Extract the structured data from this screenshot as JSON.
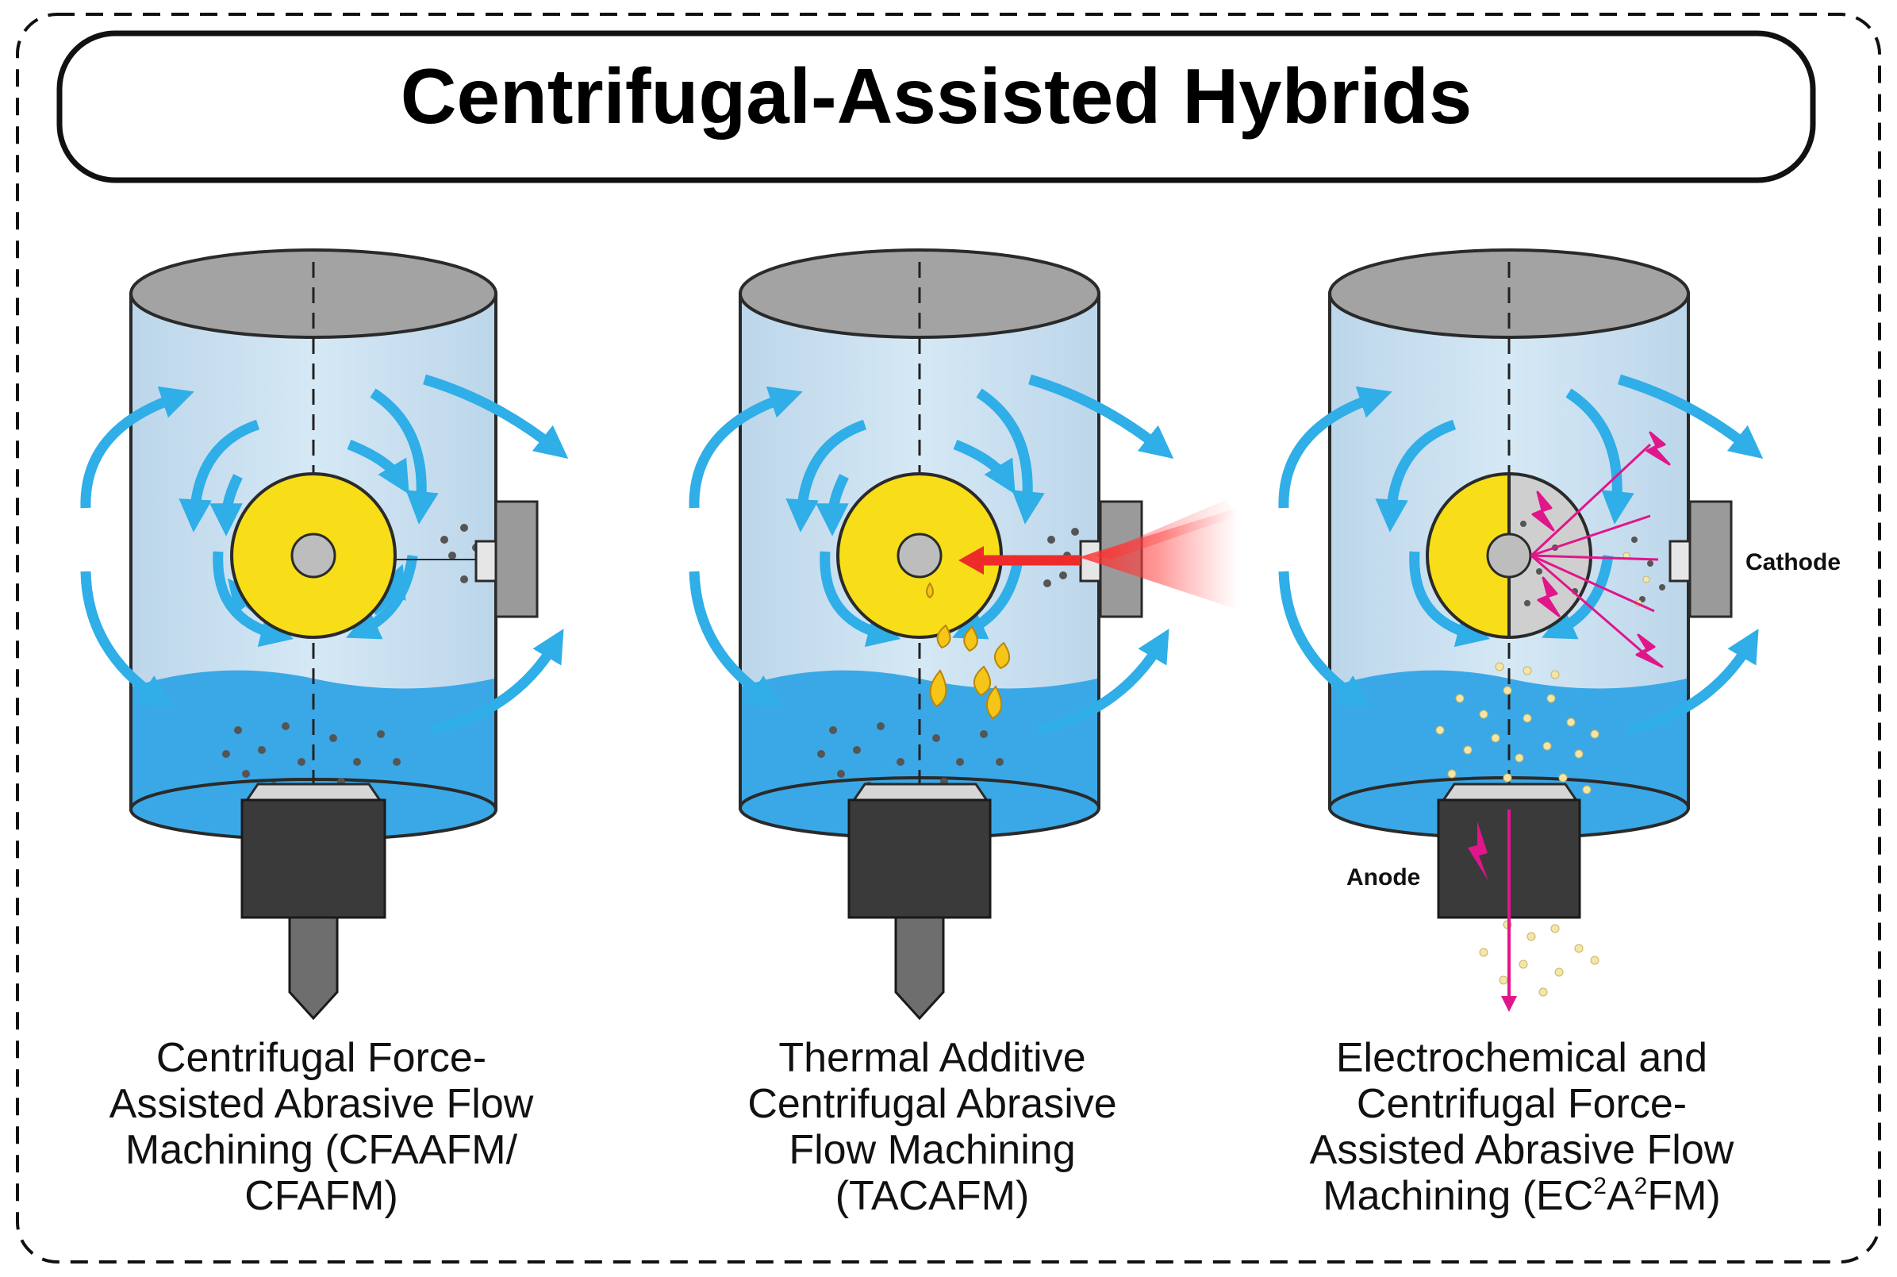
{
  "title": "Centrifugal-Assisted Hybrids",
  "panels": [
    {
      "caption": {
        "line1": "Centrifugal Force-",
        "line2": "Assisted Abrasive Flow",
        "line3": "Machining (CFAAFM/",
        "line4": "CFAFM)"
      }
    },
    {
      "caption": {
        "line1": "Thermal Additive",
        "line2": "Centrifugal Abrasive",
        "line3": "Flow Machining",
        "line4": "(TACAFM)"
      }
    },
    {
      "caption": {
        "line1": "Electrochemical and",
        "line2": "Centrifugal Force-",
        "line3": "Assisted Abrasive Flow",
        "line4_pre": "Machining (EC",
        "sup1": "2",
        "line4_mid": "A",
        "sup2": "2",
        "line4_post": "FM)"
      },
      "labels": {
        "cathode": "Cathode",
        "anode": "Anode"
      }
    }
  ],
  "colors": {
    "fluid": "#3aa8e6",
    "cylinder_body": "#c9e0f0",
    "cylinder_top": "#a3a3a3",
    "flow_arrow": "#2faee8",
    "workpiece": "#f7de18",
    "laser": "#ee2b2b",
    "spark": "#e0168a",
    "holder": "#3a3a3a",
    "nozzle": "#9a9a9a"
  },
  "icons": [
    "flow-arrow-icon",
    "laser-beam-icon",
    "lightning-bolt-icon",
    "melt-droplet-icon"
  ]
}
